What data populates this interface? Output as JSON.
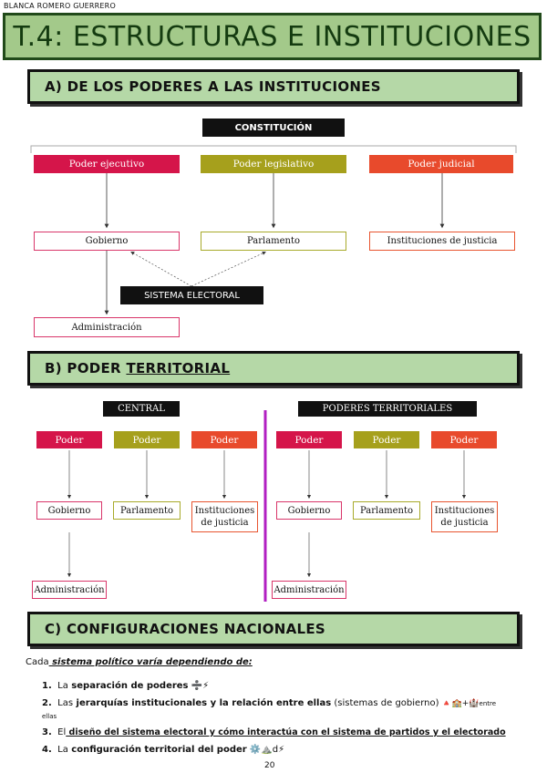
{
  "author": "BLANCA ROMERO GUERRERO",
  "title": "T.4: ESTRUCTURAS E INSTITUCIONES",
  "sectionA": {
    "heading": "A) DE LOS PODERES A LAS INSTITUCIONES",
    "constitucion": "CONSTITUCIÓN",
    "ejecutivo": "Poder ejecutivo",
    "legislativo": "Poder legislativo",
    "judicial": "Poder judicial",
    "gobierno": "Gobierno",
    "parlamento": "Parlamento",
    "justicia": "Instituciones de justicia",
    "electoral": "SISTEMA ELECTORAL",
    "administracion": "Administración"
  },
  "sectionB": {
    "heading_prefix": "B) PODER ",
    "heading_underlined": "TERRITORIAL",
    "central": {
      "label": "CENTRAL",
      "poder": "Poder",
      "gobierno": "Gobierno",
      "parlamento": "Parlamento",
      "justicia_l1": "Instituciones",
      "justicia_l2": "de justicia",
      "administracion": "Administración"
    },
    "territoriales": {
      "label": "PODERES TERRITORIALES",
      "poder": "Poder",
      "gobierno": "Gobierno",
      "parlamento": "Parlamento",
      "justicia_l1": "Instituciones",
      "justicia_l2": "de justicia",
      "administracion": "Administración"
    }
  },
  "sectionC": {
    "heading": "C) CONFIGURACIONES NACIONALES",
    "intro_prefix": "Cada",
    "intro_underlined": " sistema político varía dependiendo de:",
    "items": [
      {
        "num": "1.",
        "pre": "La",
        "bold": " separación de poderes",
        "post": "",
        "emoji": " ➗⚡"
      },
      {
        "num": "2.",
        "pre": "Las",
        "bold": " jerarquías institucionales y la relación entre ellas",
        "post": " (sistemas de gobierno)",
        "emoji": " 🔺🏫+🏰",
        "tail": "entre",
        "tail2": "ellas"
      },
      {
        "num": "3.",
        "pre": "El",
        "bold": " diseño del sistema electoral y cómo interactúa con el sistema de partidos y el electorado",
        "post": "",
        "emoji": ""
      },
      {
        "num": "4.",
        "pre": "La",
        "bold": " configuración territorial del poder",
        "post": "",
        "emoji": " ⚙️⛰️d⚡"
      }
    ]
  },
  "page_number": "20",
  "colors": {
    "poder_ejecutivo": "#d5154a",
    "poder_legislativo": "#a6a01c",
    "poder_judicial": "#e84a2c",
    "divider": "#b21fc2"
  }
}
